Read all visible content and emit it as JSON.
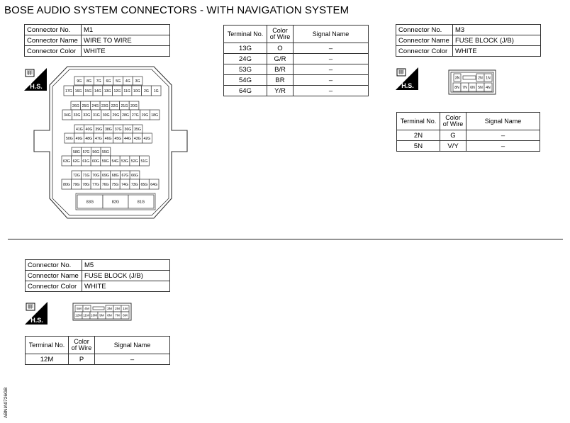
{
  "title": "BOSE AUDIO SYSTEM CONNECTORS - WITH NAVIGATION SYSTEM",
  "labels": {
    "connector_no": "Connector No.",
    "connector_name": "Connector Name",
    "connector_color": "Connector Color",
    "terminal_no": "Terminal No.",
    "color_of_wire": "Color of Wire",
    "signal_name": "Signal Name",
    "hs": "H.S."
  },
  "m1": {
    "no": "M1",
    "name": "WIRE TO WIRE",
    "color": "WHITE",
    "rows": [
      [
        "9G",
        "8G",
        "7G",
        "6G",
        "5G",
        "4G",
        "3G"
      ],
      [
        "17G",
        "16G",
        "15G",
        "14G",
        "13G",
        "12G",
        "11G",
        "10G",
        "2G",
        "1G"
      ],
      [
        "26G",
        "25G",
        "24G",
        "23G",
        "22G",
        "21G",
        "20G"
      ],
      [
        "34G",
        "33G",
        "32G",
        "31G",
        "30G",
        "29G",
        "28G",
        "27G",
        "19G",
        "18G"
      ],
      [
        "41G",
        "40G",
        "39G",
        "38G",
        "37G",
        "36G",
        "35G"
      ],
      [
        "50G",
        "49G",
        "48G",
        "47G",
        "46G",
        "45G",
        "44G",
        "43G",
        "42G"
      ],
      [
        "58G",
        "57G",
        "56G",
        "55G"
      ],
      [
        "63G",
        "62G",
        "61G",
        "60G",
        "59G",
        "54G",
        "53G",
        "52G",
        "51G"
      ],
      [
        "72G",
        "71G",
        "70G",
        "69G",
        "68G",
        "67G",
        "66G"
      ],
      [
        "80G",
        "79G",
        "78G",
        "77G",
        "76G",
        "75G",
        "74G",
        "73G",
        "65G",
        "64G"
      ],
      [
        "83G",
        "82G",
        "81G"
      ]
    ]
  },
  "m1_terminals": [
    {
      "t": "13G",
      "c": "O",
      "s": "–"
    },
    {
      "t": "24G",
      "c": "G/R",
      "s": "–"
    },
    {
      "t": "53G",
      "c": "B/R",
      "s": "–"
    },
    {
      "t": "54G",
      "c": "BR",
      "s": "–"
    },
    {
      "t": "64G",
      "c": "Y/R",
      "s": "–"
    }
  ],
  "m3": {
    "no": "M3",
    "name": "FUSE BLOCK (J/B)",
    "color": "WHITE",
    "top": [
      "3N",
      "2N",
      "1N"
    ],
    "bottom": [
      "8N",
      "7N",
      "6N",
      "5N",
      "4N"
    ]
  },
  "m3_terminals": [
    {
      "t": "2N",
      "c": "G",
      "s": "–"
    },
    {
      "t": "5N",
      "c": "V/Y",
      "s": "–"
    }
  ],
  "m5": {
    "no": "M5",
    "name": "FUSE BLOCK (J/B)",
    "color": "WHITE",
    "top": [
      "5M",
      "4M",
      "3M",
      "2M",
      "1M"
    ],
    "bottom": [
      "12M",
      "11M",
      "10M",
      "9M",
      "8M",
      "7M",
      "6M"
    ]
  },
  "m5_terminals": [
    {
      "t": "12M",
      "c": "P",
      "s": "–"
    }
  ],
  "side_code": "ABNIA0726GB"
}
